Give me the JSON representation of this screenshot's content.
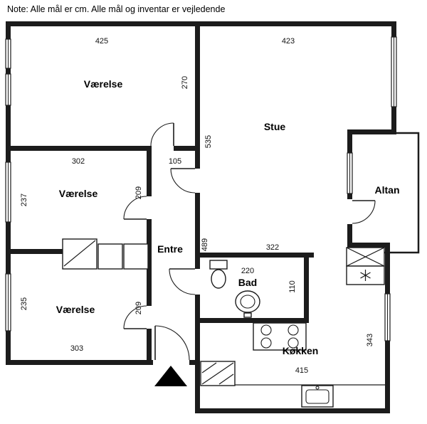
{
  "note": "Note: Alle mål er cm. Alle mål og inventar er vejledende",
  "rooms": {
    "vaerelse_top": "Værelse",
    "stue": "Stue",
    "vaerelse_mid": "Værelse",
    "vaerelse_bottom": "Værelse",
    "altan": "Altan",
    "entre": "Entre",
    "bad": "Bad",
    "koekken": "Køkken"
  },
  "dimensions": {
    "top_room_width": "425",
    "stue_width": "423",
    "top_room_height": "270",
    "stue_height": "535",
    "mid_room_width": "302",
    "entre_width": "105",
    "mid_room_height_left": "237",
    "mid_room_height_right": "209",
    "entre_height": "489",
    "stue_bottom_width": "322",
    "bad_width": "220",
    "bad_height": "110",
    "bottom_room_height_left": "235",
    "bottom_room_height_right": "209",
    "bottom_room_width": "303",
    "koekken_height": "343",
    "koekken_width": "415"
  },
  "colors": {
    "wall": "#1c1c1c",
    "background": "#ffffff"
  }
}
